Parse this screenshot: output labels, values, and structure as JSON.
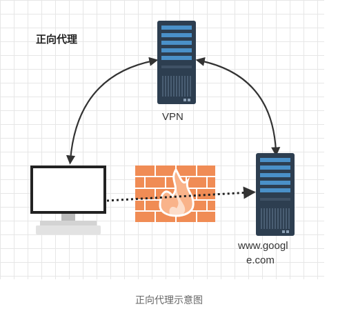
{
  "diagram": {
    "title": "正向代理",
    "vpn_label": "VPN",
    "google_label_line1": "www.googl",
    "google_label_line2": "e.com",
    "caption": "正向代理示意图"
  },
  "colors": {
    "server": "#2d3e50",
    "server_detail": "#4a90c8",
    "firewall": "#f08c55",
    "flame": "#f9b38a",
    "arrow": "#333333"
  }
}
